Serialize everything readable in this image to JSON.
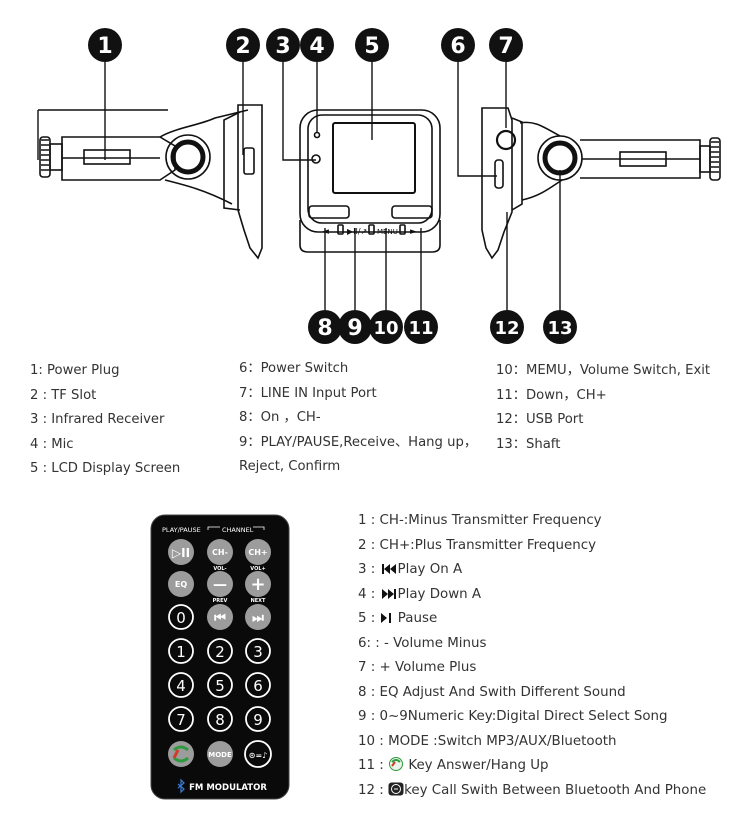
{
  "callouts": [
    "1",
    "2",
    "3",
    "4",
    "5",
    "6",
    "7",
    "8",
    "9",
    "10",
    "11",
    "12",
    "13"
  ],
  "device_labels": {
    "play_pause_label": "▶II/↗",
    "menu_label": "MENU",
    "left_arrow": "◄",
    "right_arrow": "►"
  },
  "legend": {
    "col1": [
      "1: Power Plug",
      "2 : TF Slot",
      "3 : Infrared Receiver",
      "4 : Mic",
      "5 : LCD Display Screen"
    ],
    "col2": [
      "6：Power Switch",
      "7：LINE IN Input Port",
      "8：On  ，CH-",
      "9：PLAY/PAUSE,Receive、Hang up，",
      "Reject, Confirm"
    ],
    "col3": [
      "10：MEMU，Volume Switch, Exit",
      "11：Down，CH+",
      "12：USB Port",
      "13：Shaft"
    ]
  },
  "remote": {
    "top_labels": {
      "play_pause": "PLAY/PAUSE",
      "channel": "CHANNEL"
    },
    "row1": [
      "▷II",
      "CH-",
      "CH+"
    ],
    "row2": [
      "EQ",
      "—",
      "+"
    ],
    "row2_sublabels": [
      "VOL-",
      "VOL+"
    ],
    "row3": [
      "0",
      "⏮",
      "⏭"
    ],
    "row3_sublabels": [
      "PREV",
      "NEXT"
    ],
    "digits": [
      "1",
      "2",
      "3",
      "4",
      "5",
      "6",
      "7",
      "8",
      "9"
    ],
    "bottom": [
      "",
      "MODE",
      "⊙=♪"
    ],
    "brand": "FM MODULATOR",
    "bluetooth_icon": "bluetooth-icon"
  },
  "remote_list": [
    {
      "prefix": "1 : CH-:Minus Transmitter Frequency",
      "icon": "",
      "suffix": ""
    },
    {
      "prefix": "2 : CH+:Plus Transmitter Frequency",
      "icon": "",
      "suffix": ""
    },
    {
      "prefix": "3 : ",
      "icon": "prev-icon",
      "suffix": "Play On A"
    },
    {
      "prefix": "4 : ",
      "icon": "next-icon",
      "suffix": "Play Down A"
    },
    {
      "prefix": "5 : ",
      "icon": "pause-icon",
      "suffix": "  Pause"
    },
    {
      "prefix": "6: : - Volume Minus",
      "icon": "",
      "suffix": ""
    },
    {
      "prefix": "7 : + Volume Plus",
      "icon": "",
      "suffix": ""
    },
    {
      "prefix": "8 : EQ Adjust And Swith Different Sound",
      "icon": "",
      "suffix": ""
    },
    {
      "prefix": "9 : 0~9Numeric Key:Digital Direct Select Song",
      "icon": "",
      "suffix": ""
    },
    {
      "prefix": "10 : MODE :Switch MP3/AUX/Bluetooth",
      "icon": "",
      "suffix": ""
    },
    {
      "prefix": "11 : ",
      "icon": "phone-icon",
      "suffix": " Key Answer/Hang Up"
    },
    {
      "prefix": "12 : ",
      "icon": "bt-phone-icon",
      "suffix": "key  Call Swith Between Bluetooth And Phone"
    }
  ],
  "colors": {
    "line": "#111111",
    "callout": "#111111",
    "remote_body": "#0a0a0a",
    "key_white": "#ffffff",
    "key_grey": "#9c9c9c",
    "answer_green": "#2e9a3e",
    "answer_red": "#d23b2b"
  }
}
